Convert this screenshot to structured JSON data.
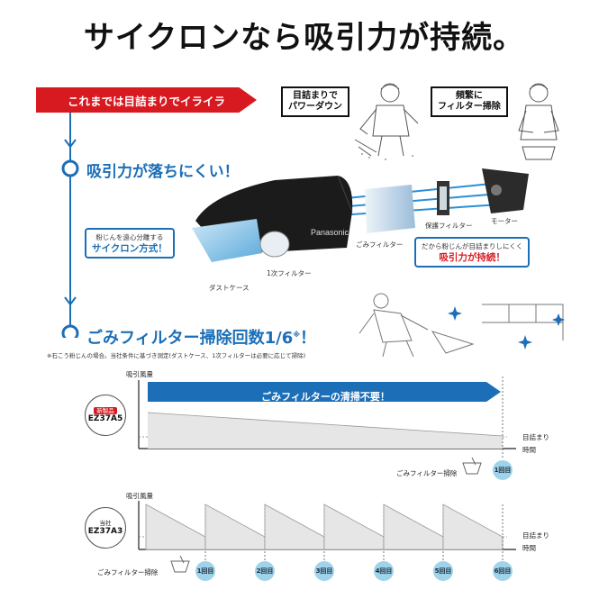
{
  "headline": "サイクロンなら吸引力が持続。",
  "banner": "これまでは目詰まりでイライラ",
  "callouts": {
    "clog": [
      "目詰まりで",
      "パワーダウン"
    ],
    "filter": [
      "頻繁に",
      "フィルター掃除"
    ]
  },
  "heading1": "吸引力が落ちにくい！",
  "heading2": "ごみフィルター掃除回数1/6",
  "heading2_mark": "※",
  "heading2_end": "！",
  "footnote": "※石こう粉じんの場合。当社条件に基づき測定(ダストケース、1次フィルターは必要に応じて掃除)",
  "product": {
    "brand": "Panasonic",
    "cyclone_box": {
      "line1": "粉じんを遠心分離する",
      "line2": "サイクロン方式！"
    },
    "keep_box": {
      "line1": "だから粉じんが目詰まりしにくく",
      "line2": "吸引力が持続！"
    },
    "labels": {
      "dust_case": "ダストケース",
      "primary_filter": "1次フィルター",
      "dust_filter": "ごみフィルター",
      "protective_filter": "保護フィルター",
      "motor": "モーター"
    }
  },
  "chart1": {
    "ylabel": "吸引風量",
    "model_tag": "新製品",
    "model": "EZ37A5",
    "arrow_text": "ごみフィルターの清掃不要！",
    "clog_label": "目詰まり",
    "time_label": "時間",
    "clean_label": "ごみフィルター掃除",
    "count": "1回目"
  },
  "chart2": {
    "ylabel": "吸引風量",
    "model_tag": "当社",
    "model": "EZ37A3",
    "clog_label": "目詰まり",
    "time_label": "時間",
    "clean_label": "ごみフィルター掃除",
    "counts": [
      "1回目",
      "2回目",
      "3回目",
      "4回目",
      "5回目",
      "6回目"
    ]
  },
  "colors": {
    "accent_red": "#d71920",
    "accent_blue": "#1c6fb7",
    "light_blue": "#9fd3ea"
  }
}
